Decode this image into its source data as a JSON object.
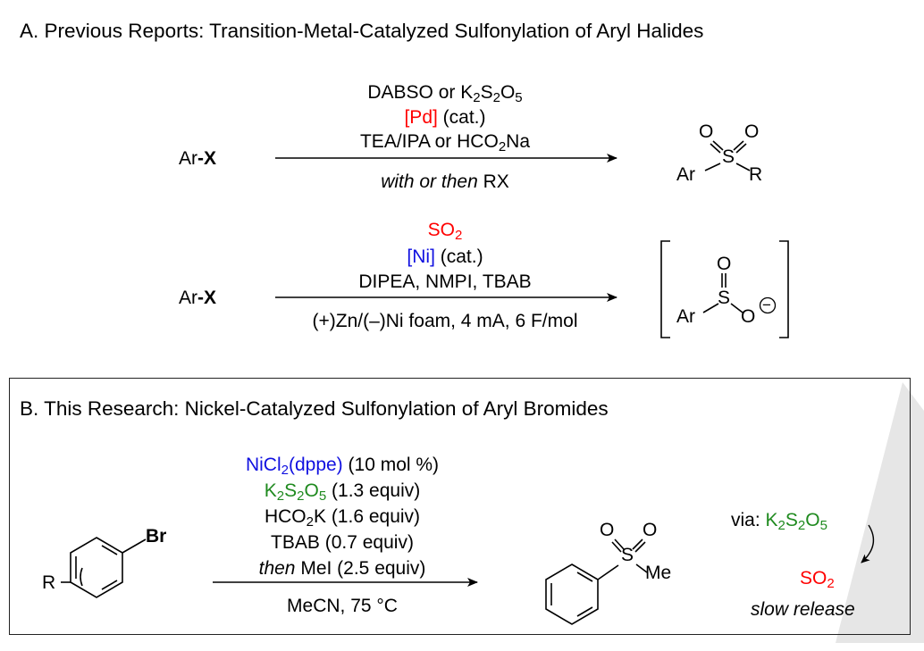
{
  "section_a": {
    "title": "A. Previous Reports: Transition-Metal-Catalyzed Sulfonylation of Aryl Halides",
    "reaction1": {
      "substrate_ar": "Ar",
      "substrate_dash": "-",
      "substrate_x": "X",
      "cond1_main": "DABSO or K",
      "cond1_s1": "2",
      "cond1_mid": "S",
      "cond1_s2": "2",
      "cond1_o": "O",
      "cond1_s3": "5",
      "cond2_cat": "[Pd]",
      "cond2_rest": "(cat.)",
      "cond3_main": "TEA/IPA or HCO",
      "cond3_sub": "2",
      "cond3_end": "Na",
      "below_it": "with or then",
      "below_rx": "RX",
      "product": {
        "o1": "O",
        "o2": "O",
        "s": "S",
        "ar": "Ar",
        "r": "R"
      }
    },
    "reaction2": {
      "substrate_ar": "Ar",
      "substrate_dash": "-",
      "substrate_x": "X",
      "so2_main": "SO",
      "so2_sub": "2",
      "cat": "[Ni]",
      "cat_rest": "(cat.)",
      "cond3": "DIPEA, NMPI, TBAB",
      "below": "(+)Zn/(–)Ni foam, 4 mA, 6 F/mol",
      "product": {
        "o_top": "O",
        "s": "S",
        "ar": "Ar",
        "o_minus": "O",
        "charge": "−"
      }
    }
  },
  "section_b": {
    "title": "B. This Research: Nickel-Catalyzed Sulfonylation of Aryl Bromides",
    "substrate": {
      "r": "R",
      "br": "Br"
    },
    "conditions": {
      "l1_cat_a": "NiCl",
      "l1_cat_sub": "2",
      "l1_cat_b": "(dppe)",
      "l1_rest": "(10 mol %)",
      "l2_a": "K",
      "l2_s1": "2",
      "l2_b": "S",
      "l2_s2": "2",
      "l2_c": "O",
      "l2_s3": "5",
      "l2_rest": "(1.3 equiv)",
      "l3_a": "HCO",
      "l3_sub": "2",
      "l3_b": "K (1.6 equiv)",
      "l4": "TBAB (0.7 equiv)",
      "l5_it": "then",
      "l5_rest": "MeI (2.5 equiv)",
      "below": "MeCN, 75 °C"
    },
    "product": {
      "o1": "O",
      "o2": "O",
      "s": "S",
      "me": "Me"
    },
    "via": {
      "label": "via:",
      "k_a": "K",
      "k_s1": "2",
      "k_b": "S",
      "k_s2": "2",
      "k_c": "O",
      "k_s3": "5",
      "so2_main": "SO",
      "so2_sub": "2",
      "release": "slow release"
    }
  },
  "colors": {
    "red": "#ff0000",
    "blue": "#1010e0",
    "green": "#1f8a1f",
    "watermark": "#e6e6e6"
  }
}
